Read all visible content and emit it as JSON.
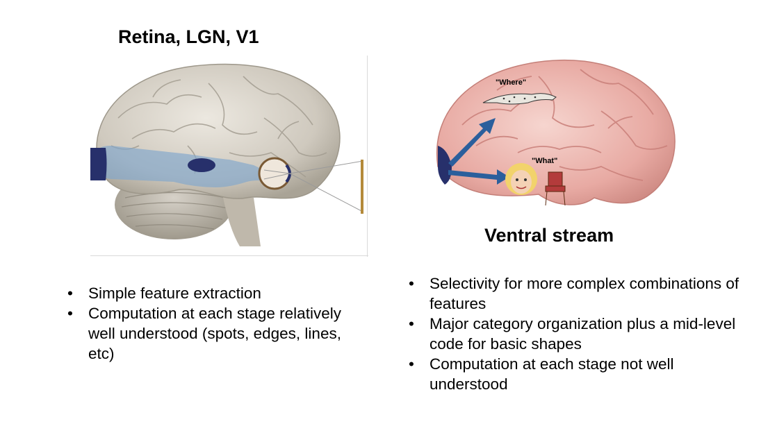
{
  "left": {
    "title": "Retina, LGN, V1",
    "bullets": [
      "Simple feature extraction",
      "Computation at each stage relatively well understood (spots, edges, lines, etc)"
    ]
  },
  "right": {
    "title": "Ventral stream",
    "label_where": "\"Where\"",
    "label_what": "\"What\"",
    "bullets": [
      "Selectivity for more complex combinations of features",
      "Major category organization plus a mid-level code for basic shapes",
      "Computation at each stage not well understood"
    ]
  }
}
